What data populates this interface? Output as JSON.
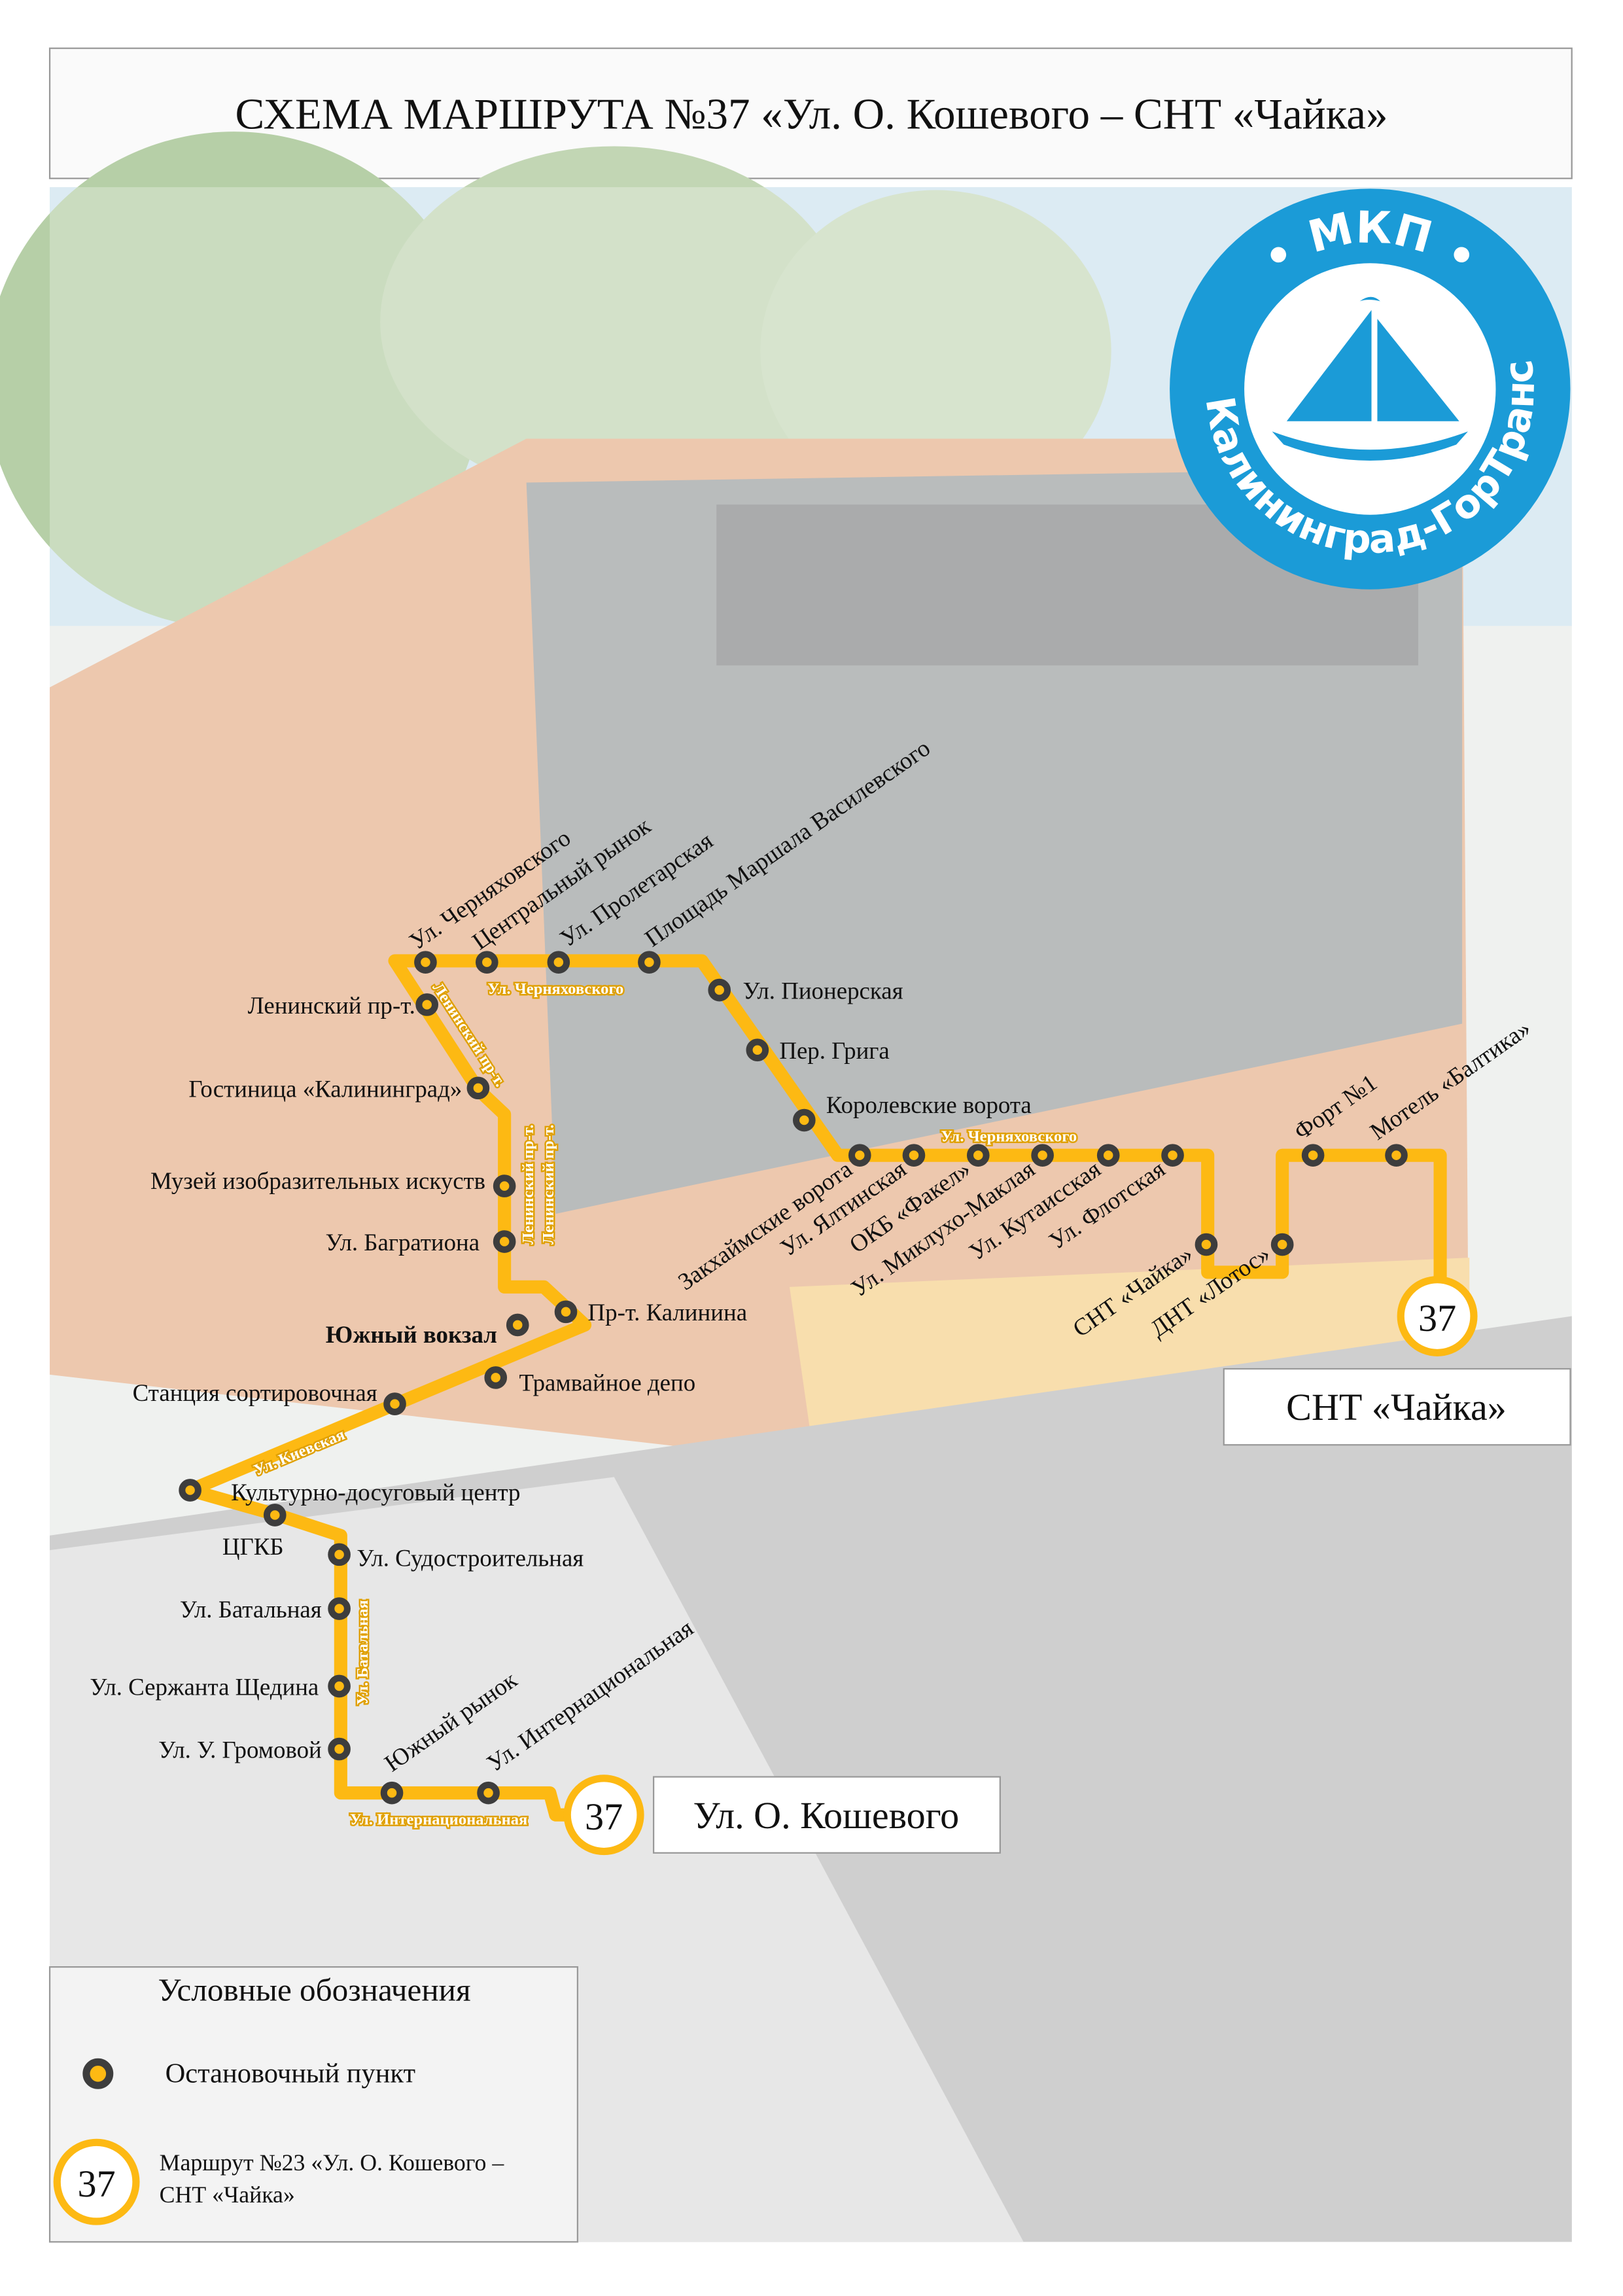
{
  "title": "СХЕМА МАРШРУТА №37 «Ул. О. Кошевого – СНТ «Чайка»",
  "logo": {
    "top_text": "• МКП •",
    "ring_text": "Калининград-ГорТранс"
  },
  "route_number": "37",
  "terminals": {
    "start": "Ул. О. Кошевого",
    "end": "СНТ «Чайка»"
  },
  "colors": {
    "route": "#fdb913",
    "stop": "#3d3d3d",
    "logo_blue": "#1b9bd7"
  },
  "streets": [
    "Ул. Черняховского",
    "Ул. Черняховского",
    "Ленинский пр-т.",
    "Ленинский пр-т.",
    "Ленинский пр-т.",
    "Ул. Киевская",
    "Ул. Батальная",
    "Ул. Интернациональная"
  ],
  "stops": [
    "Ул. Черняховского",
    "Центральный рынок",
    "Ул. Пролетарская",
    "Площадь Маршала Василевского",
    "Ул. Пионерская",
    "Пер. Грига",
    "Королевские ворота",
    "Закхаймские ворота",
    "Ул. Ялтинская",
    "ОКБ «Факел»",
    "Ул. Миклухо-Маклая",
    "Ул. Кутаисская",
    "Ул. Флотская",
    "СНТ «Чайка»",
    "ДНТ «Лотос»",
    "Форт №1",
    "Мотель «Балтика»",
    "Ленинский пр-т.",
    "Гостиница «Калининград»",
    "Музей изобразительных искуств",
    "Ул. Багратиона",
    "Южный вокзал",
    "Пр-т. Калинина",
    "Трамвайное депо",
    "Станция сортировочная",
    "Культурно-досуговый центр",
    "ЦГКБ",
    "Ул. Судостроительная",
    "Ул. Батальная",
    "Ул. Сержанта Щедина",
    "Ул. У. Громовой",
    "Южный рынок",
    "Ул. Интернациональная"
  ],
  "legend": {
    "title": "Условные обозначения",
    "stop_label": "Остановочный пункт",
    "route_line1": "Маршрут №23 «Ул. О. Кошевого –",
    "route_line2": "СНТ «Чайка»"
  }
}
